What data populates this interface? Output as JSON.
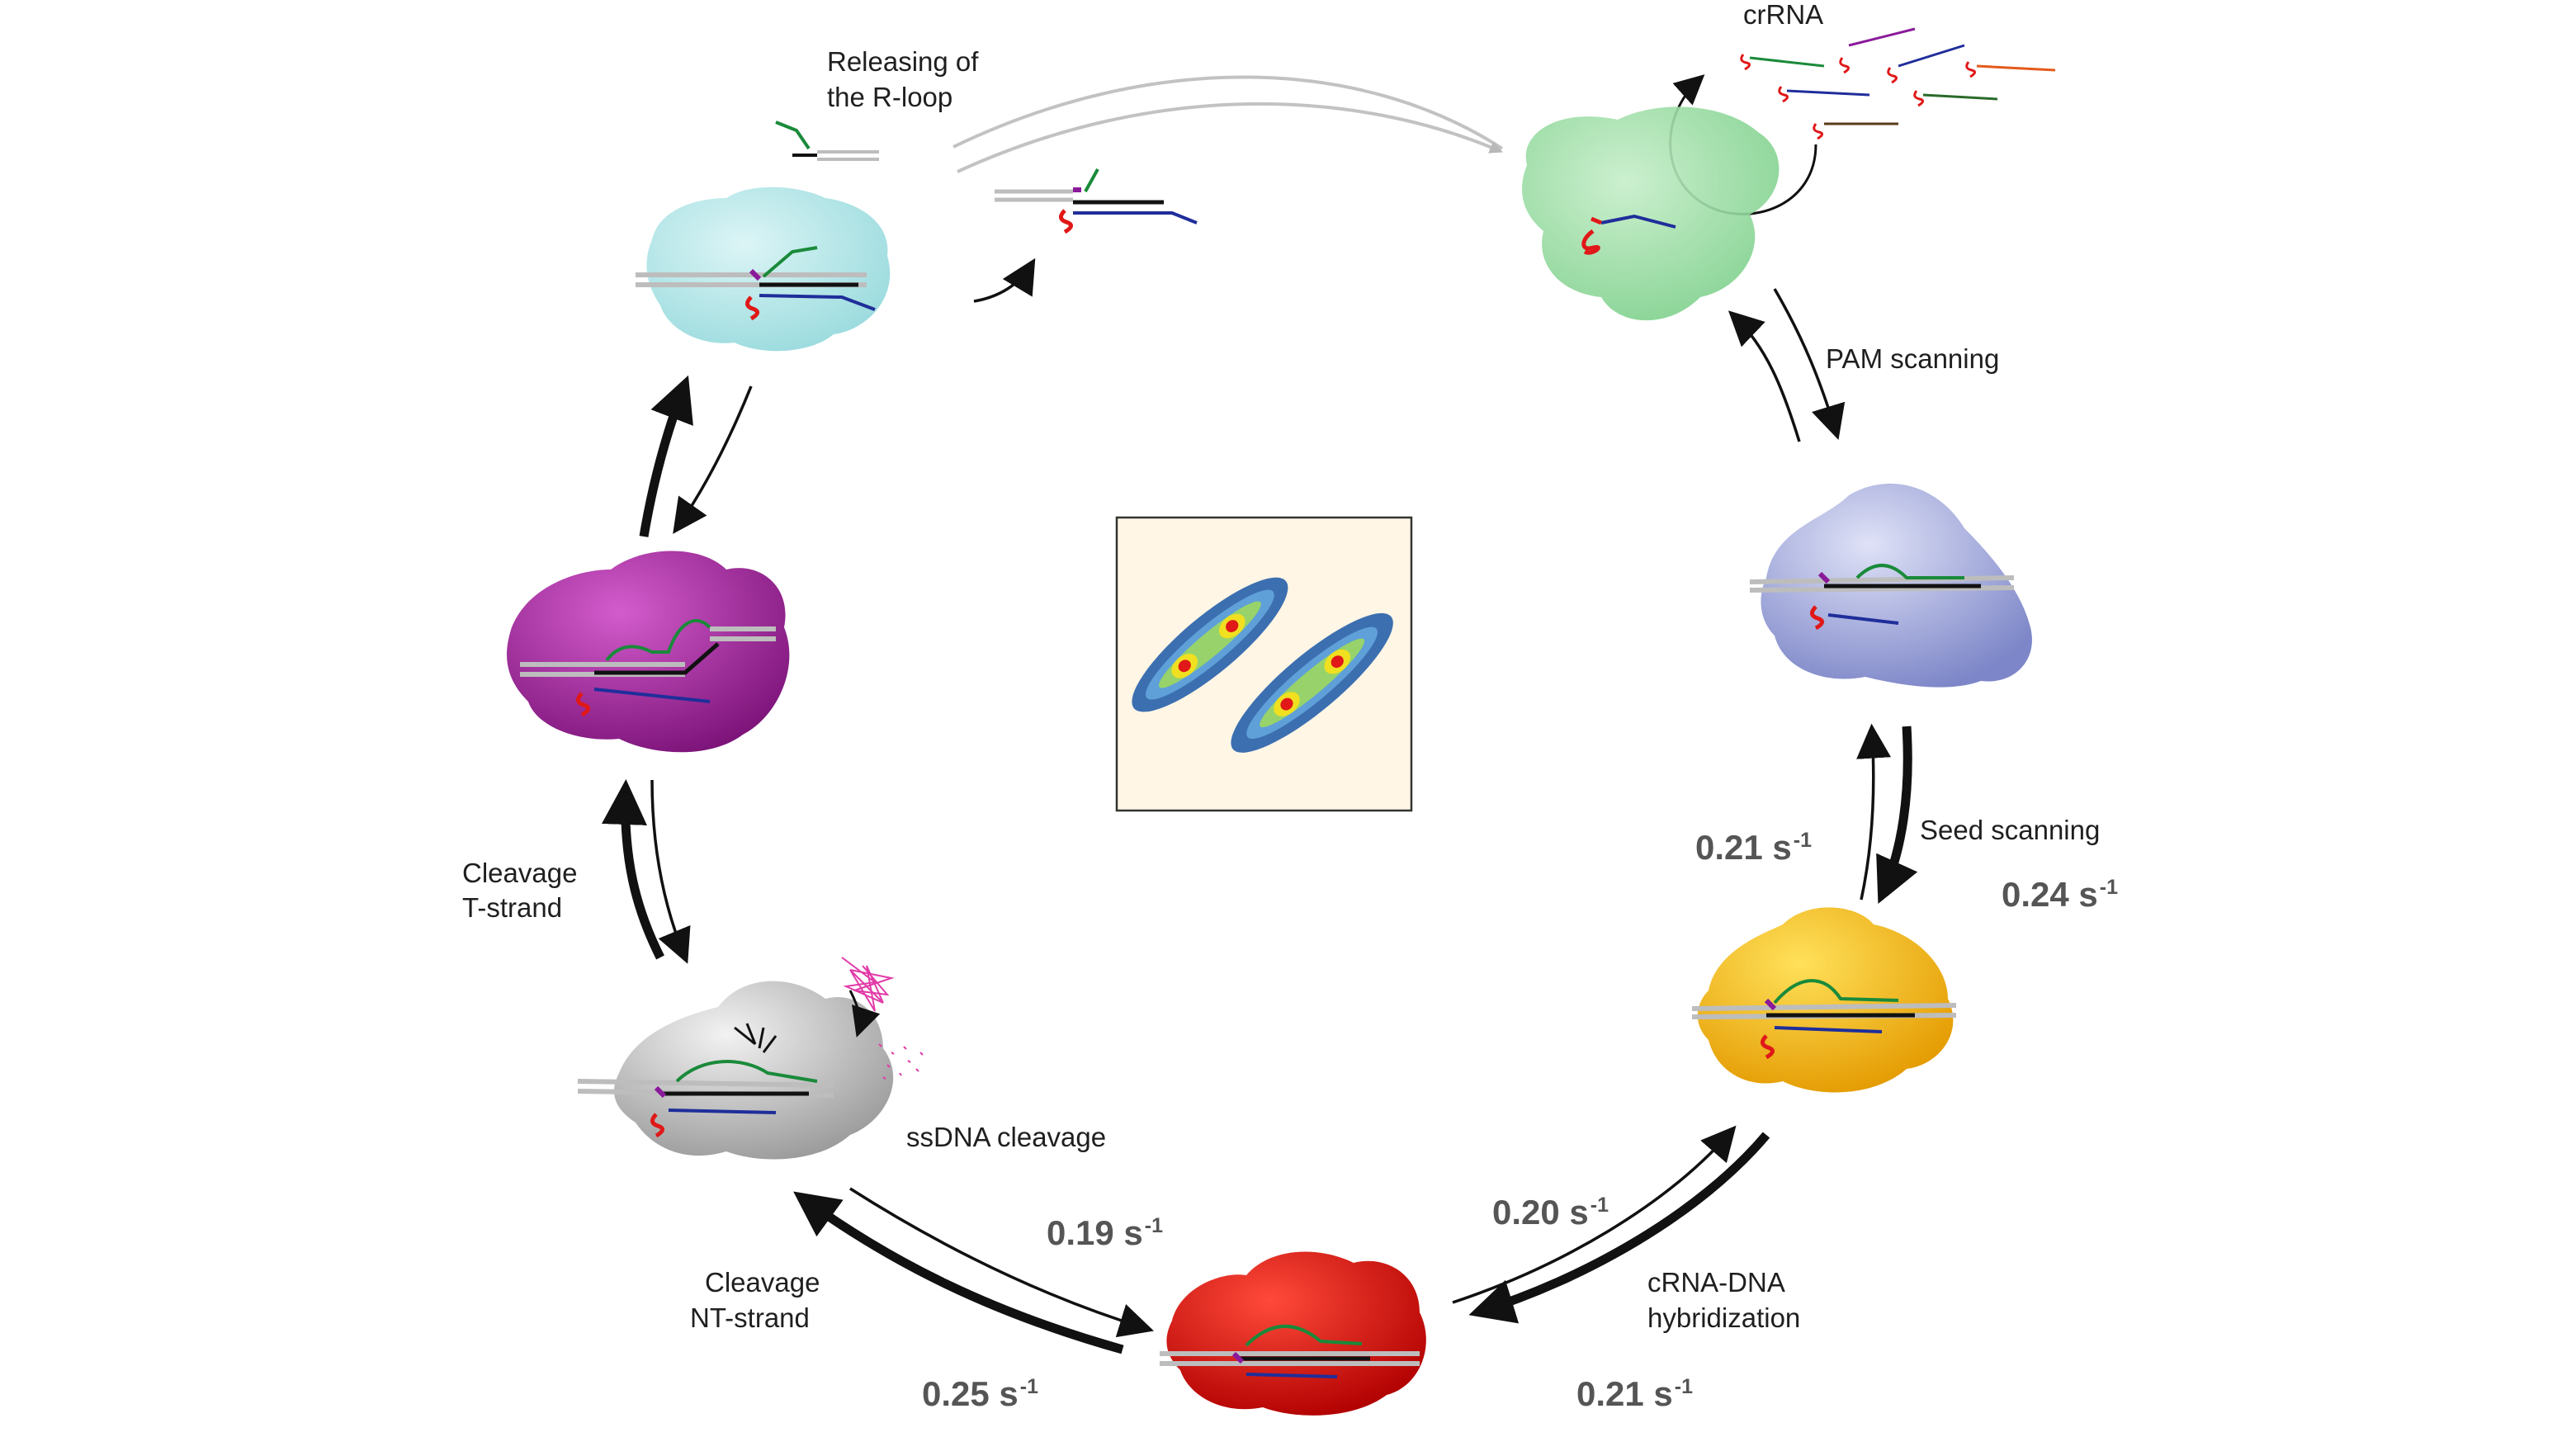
{
  "labels": {
    "crrna": "crRNA",
    "releasing_line1": "Releasing of",
    "releasing_line2": "the R-loop",
    "pam_scanning": "PAM scanning",
    "seed_scanning": "Seed scanning",
    "hybrid_line1": "cRNA-DNA",
    "hybrid_line2": "hybridization",
    "ssdna_cleavage": "ssDNA cleavage",
    "cleavage_nt_line1": "Cleavage",
    "cleavage_nt_line2": "NT-strand",
    "cleavage_t_line1": "Cleavage",
    "cleavage_t_line2": "T-strand"
  },
  "rates": {
    "seed_reverse": {
      "value": "0.21 s",
      "exp": "-1"
    },
    "seed_forward": {
      "value": "0.24 s",
      "exp": "-1"
    },
    "hybrid_reverse": {
      "value": "0.20 s",
      "exp": "-1"
    },
    "hybrid_forward": {
      "value": "0.21 s",
      "exp": "-1"
    },
    "nt_reverse": {
      "value": "0.19 s",
      "exp": "-1"
    },
    "nt_forward": {
      "value": "0.25 s",
      "exp": "-1"
    }
  },
  "colors": {
    "green_state": "#8fd69a",
    "cyan_state": "#a9e4e6",
    "lavender_state": "#9aa3d8",
    "yellow_state": "#f3b400",
    "red_state": "#d91010",
    "gray_state": "#bdbdbd",
    "magenta_state": "#a0269a",
    "strand_green": "#1a8a3a",
    "strand_blue": "#1f2e9a",
    "strand_red": "#e01818",
    "strand_purple": "#8a1a9a",
    "inset_bg": "#fff6e6"
  },
  "icons": [
    "cycle-arrow-icon",
    "equilibrium-arrow-icon",
    "scissors-cut-icon"
  ]
}
